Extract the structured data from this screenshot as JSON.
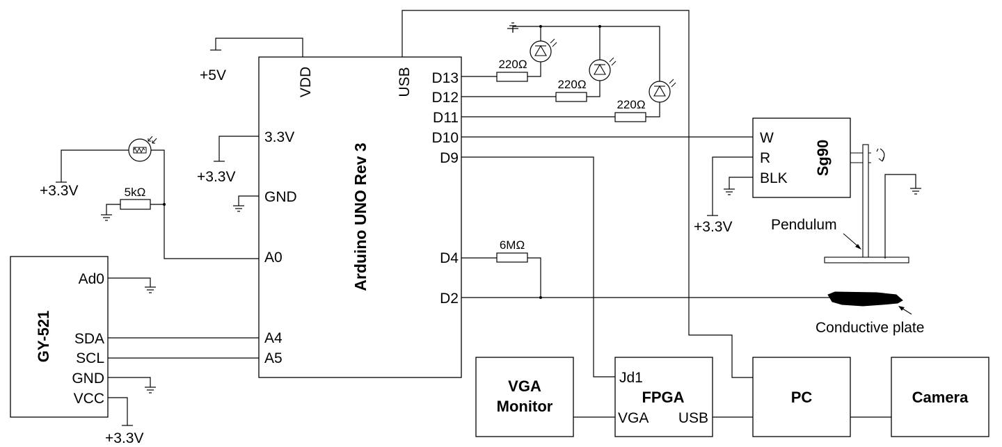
{
  "arduino": {
    "title": "Arduino UNO Rev 3",
    "vdd": "VDD",
    "usb": "USB",
    "left_pins": [
      "3.3V",
      "GND",
      "A0",
      "A4",
      "A5"
    ],
    "right_pins": [
      "D13",
      "D12",
      "D11",
      "D10",
      "D9",
      "D4",
      "D2"
    ]
  },
  "gy521": {
    "title": "GY-521",
    "pins": [
      "Ad0",
      "SDA",
      "SCL",
      "GND",
      "VCC"
    ]
  },
  "servo": {
    "title": "Sg90",
    "pins": [
      "W",
      "R",
      "BLK"
    ]
  },
  "fpga": {
    "title": "FPGA",
    "pins": [
      "Jd1",
      "VGA",
      "USB"
    ]
  },
  "vga_monitor": {
    "line1": "VGA",
    "line2": "Monitor"
  },
  "pc": {
    "title": "PC"
  },
  "camera": {
    "title": "Camera"
  },
  "resistors": {
    "r_d13": "220Ω",
    "r_d12": "220Ω",
    "r_d11": "220Ω",
    "r_ldr": "5kΩ",
    "r_d4": "6MΩ"
  },
  "supplies": {
    "vdd_supply": "+5V",
    "arduino_33": "+3.3V",
    "ldr_33": "+3.3V",
    "gy_vcc_33": "+3.3V",
    "servo_33": "+3.3V"
  },
  "labels": {
    "pendulum": "Pendulum",
    "conductive_plate": "Conductive plate"
  }
}
